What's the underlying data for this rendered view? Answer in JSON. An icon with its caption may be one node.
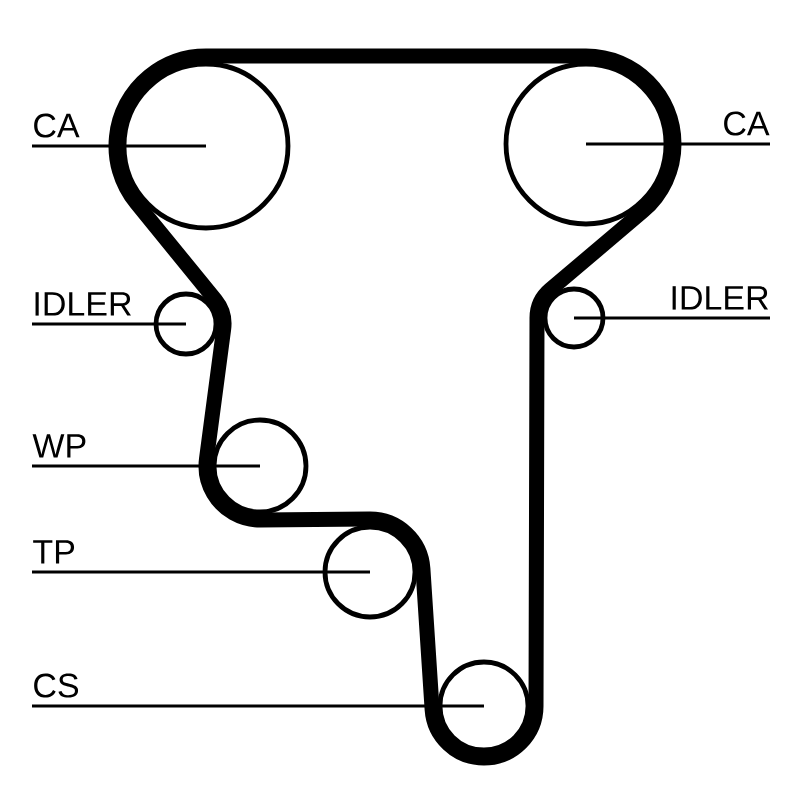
{
  "diagram": {
    "nodes": [
      {
        "text": [
          "CA"
        ]
      },
      {
        "text": [],
        "shape": "circle"
      },
      {
        "text": [],
        "shape": "circle"
      },
      {
        "text": [
          "CA"
        ]
      },
      {
        "text": [
          "IDLER"
        ]
      },
      {
        "text": [],
        "shape": "circle"
      },
      {
        "text": [],
        "shape": "circle"
      },
      {
        "text": [
          "IDLER"
        ]
      },
      {
        "text": [
          "WP"
        ]
      },
      {
        "text": [],
        "shape": "circle"
      },
      {
        "text": [
          "TP"
        ]
      },
      {
        "text": [],
        "shape": "circle"
      },
      {
        "text": [
          "CS"
        ]
      },
      {
        "text": [],
        "shape": "circle"
      }
    ],
    "edges": [
      {
        "from": 0,
        "to": 1,
        "arrow": "none"
      },
      {
        "from": 3,
        "to": 2,
        "arrow": "none"
      },
      {
        "from": 4,
        "to": 5,
        "arrow": "none"
      },
      {
        "from": 7,
        "to": 6,
        "arrow": "none"
      },
      {
        "from": 8,
        "to": 9,
        "arrow": "none"
      },
      {
        "from": 10,
        "to": 11,
        "arrow": "none"
      },
      {
        "from": 12,
        "to": 13,
        "arrow": "none"
      }
    ]
  }
}
